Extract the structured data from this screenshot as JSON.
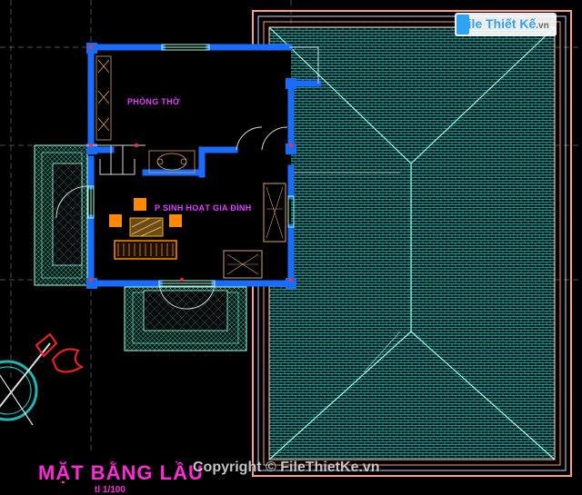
{
  "drawing": {
    "title": "MẶT BẰNG LẦU",
    "scale": "tl 1/100",
    "rooms": {
      "altar_room": "PHÒNG THỜ",
      "family_room": "P SINH HOẠT GIA ĐÌNH"
    }
  },
  "watermark": {
    "copyright": "Copyright © FileThietKe.vn",
    "logo_main": "File Thiết Kế",
    "logo_domain": ".vn"
  },
  "colors": {
    "background": "#000000",
    "wall": "#1a6cff",
    "roof_hatch": "#1fb7b0",
    "roof_edge": "#ff9e80",
    "label": "#e040ff",
    "title": "#ff2bd6",
    "furniture": "#ff8a00"
  }
}
